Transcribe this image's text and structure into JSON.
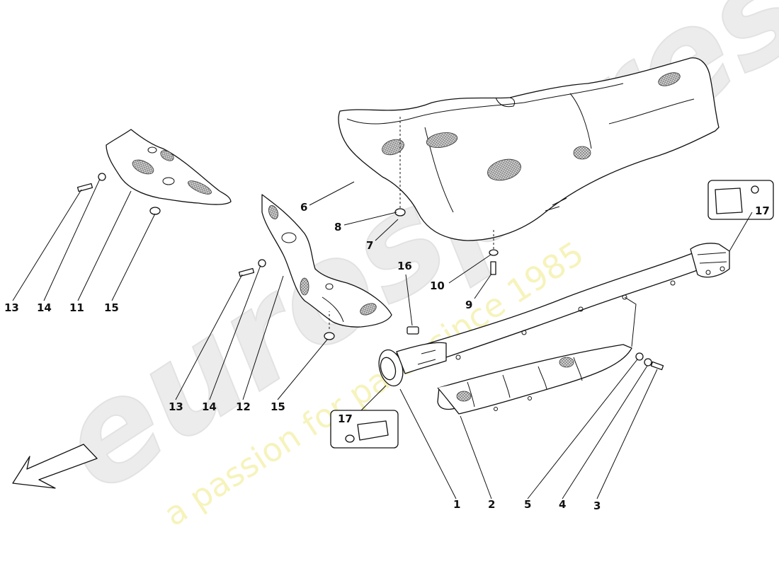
{
  "watermark": {
    "logo_text": "eurospares",
    "tagline": "a passion for parts since 1985"
  },
  "callouts": {
    "c1": "1",
    "c2": "2",
    "c3": "3",
    "c4": "4",
    "c5": "5",
    "c6": "6",
    "c7": "7",
    "c8": "8",
    "c9": "9",
    "c10": "10",
    "c11": "11",
    "c12": "12",
    "c13a": "13",
    "c13b": "13",
    "c14a": "14",
    "c14b": "14",
    "c15a": "15",
    "c15b": "15",
    "c16": "16",
    "c17a": "17",
    "c17b": "17"
  },
  "colors": {
    "line": "#111111",
    "watermark_gray": "#e9e9e9",
    "watermark_yellow": "#f3efa6"
  }
}
